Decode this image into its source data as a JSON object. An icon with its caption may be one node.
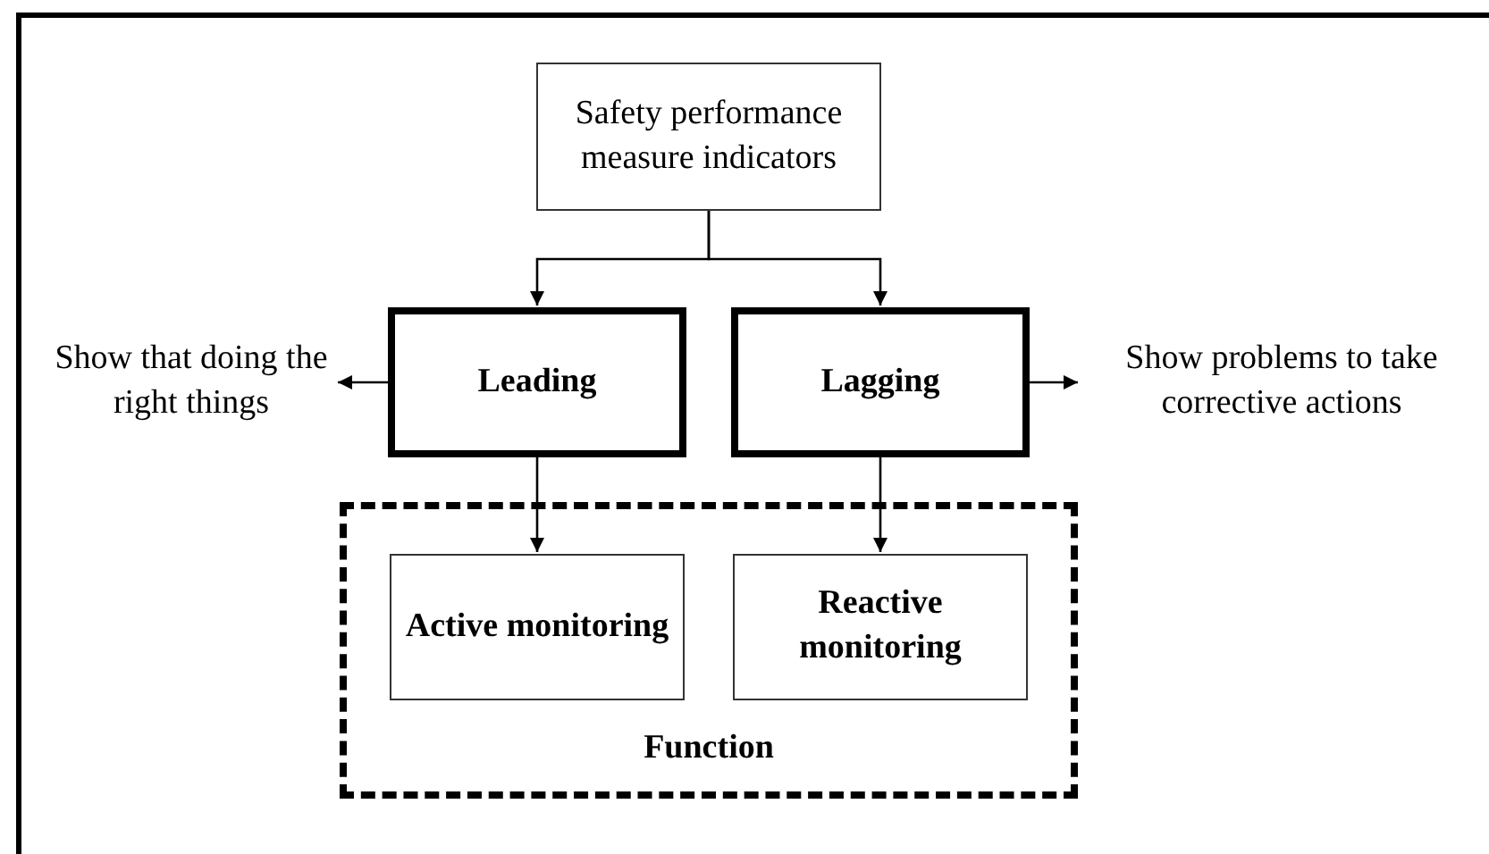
{
  "diagram": {
    "nodes": [
      {
        "text": [
          "Safety performance measure indicators"
        ]
      },
      {
        "text": [
          "Show that doing the right things"
        ]
      },
      {
        "text": [
          "Leading"
        ]
      },
      {
        "text": [
          "Lagging"
        ]
      },
      {
        "text": [
          "Show problems to take corrective actions"
        ]
      },
      {
        "text": [
          "Function"
        ]
      },
      {
        "text": [
          "Active monitoring"
        ],
        "in": 5
      },
      {
        "text": [
          "Reactive monitoring"
        ],
        "in": 5
      }
    ],
    "edges": [
      {
        "from": 0,
        "to": 2,
        "arrow": "to"
      },
      {
        "from": 0,
        "to": 3,
        "arrow": "to"
      },
      {
        "from": 2,
        "to": 1,
        "arrow": "to"
      },
      {
        "from": 3,
        "to": 4,
        "arrow": "to"
      },
      {
        "from": 2,
        "to": 6,
        "arrow": "to"
      },
      {
        "from": 3,
        "to": 7,
        "arrow": "to"
      }
    ]
  }
}
